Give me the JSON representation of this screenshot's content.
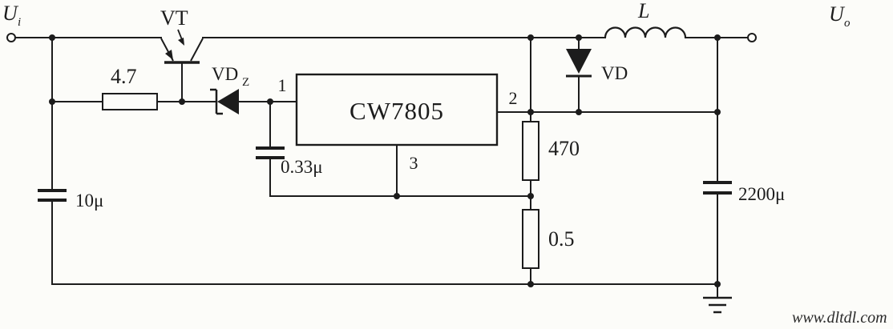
{
  "colors": {
    "ink": "#1c1c1c",
    "paper": "#fcfcf9"
  },
  "terminals": {
    "input": {
      "label": "U",
      "sub": "i"
    },
    "output": {
      "label": "U",
      "sub": "o"
    }
  },
  "components": {
    "transistor": {
      "label": "VT"
    },
    "series_resistor": {
      "label": "4.7"
    },
    "zener": {
      "label": "VD",
      "sub": "Z"
    },
    "input_cap": {
      "label": "10μ"
    },
    "regulator": {
      "label": "CW7805",
      "pin1": "1",
      "pin2": "2",
      "pin3": "3"
    },
    "bypass_cap": {
      "label": "0.33μ"
    },
    "upper_resistor": {
      "label": "470"
    },
    "lower_resistor": {
      "label": "0.5"
    },
    "inductor": {
      "label": "L"
    },
    "freewheel_diode": {
      "label": "VD"
    },
    "output_cap": {
      "label": "2200μ"
    }
  },
  "watermark": {
    "text": "www.dltdl.com"
  }
}
